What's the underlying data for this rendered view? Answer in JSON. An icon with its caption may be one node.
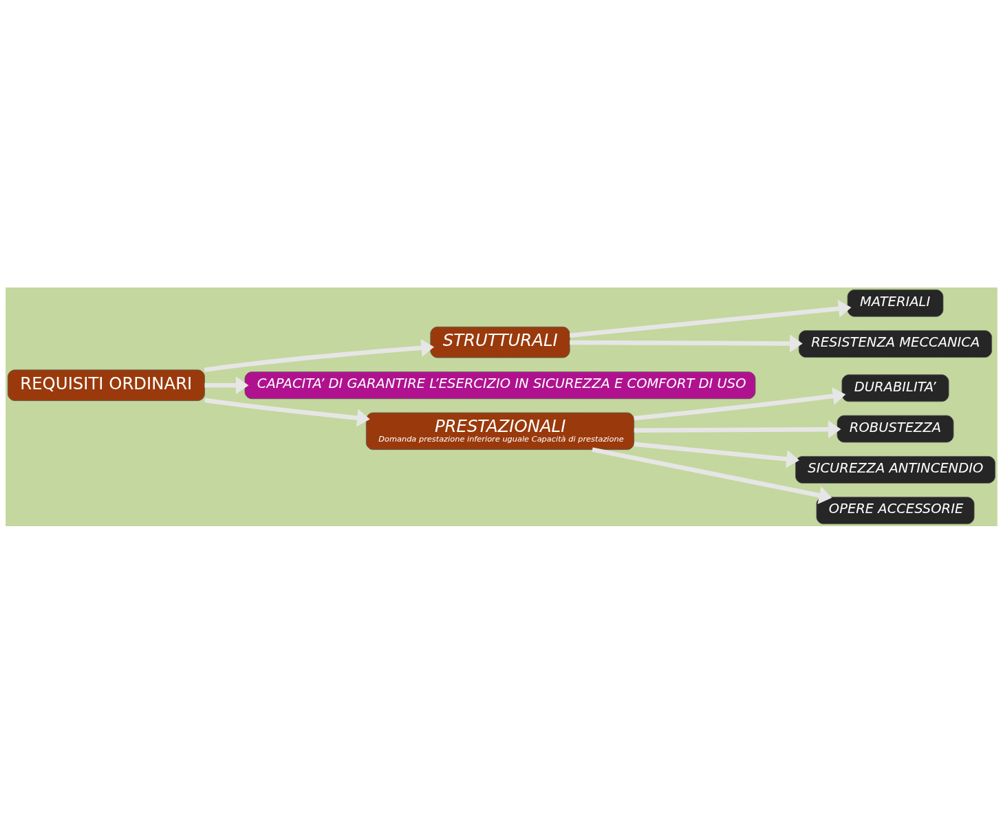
{
  "diagram": {
    "nodes": [
      {
        "text": [
          "REQUISITI ORDINARI"
        ]
      },
      {
        "text": [
          "STRUTTURALI"
        ]
      },
      {
        "text": [
          "MATERIALI"
        ]
      },
      {
        "text": [
          "RESISTENZA MECCANICA"
        ]
      },
      {
        "text": [
          "CAPACITA’ DI GARANTIRE L’ESERCIZIO IN SICUREZZA E COMFORT DI USO"
        ]
      },
      {
        "text": [
          "PRESTAZIONALI",
          "Domanda prestazione inferiore uguale Capacità di prestazione"
        ]
      },
      {
        "text": [
          "DURABILITA’"
        ]
      },
      {
        "text": [
          "ROBUSTEZZA"
        ]
      },
      {
        "text": [
          "SICUREZZA ANTINCENDIO"
        ]
      },
      {
        "text": [
          "OPERE ACCESSORIE"
        ]
      }
    ],
    "edges": [
      {
        "from": 0,
        "to": 1,
        "arrow": "to"
      },
      {
        "from": 1,
        "to": 2,
        "arrow": "to"
      },
      {
        "from": 1,
        "to": 3,
        "arrow": "to"
      },
      {
        "from": 0,
        "to": 4,
        "arrow": "to"
      },
      {
        "from": 0,
        "to": 5,
        "arrow": "to"
      },
      {
        "from": 5,
        "to": 6,
        "arrow": "to"
      },
      {
        "from": 5,
        "to": 7,
        "arrow": "to"
      },
      {
        "from": 5,
        "to": 8,
        "arrow": "to"
      },
      {
        "from": 5,
        "to": 9,
        "arrow": "to"
      }
    ]
  }
}
